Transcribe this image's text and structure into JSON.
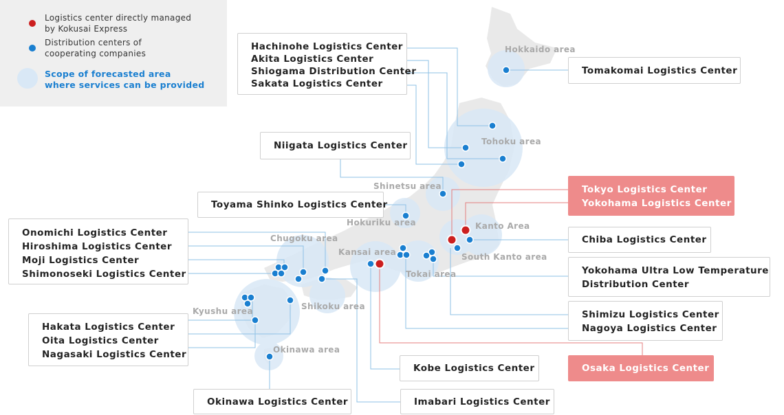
{
  "colors": {
    "direct": "#cc1f1f",
    "cooperating": "#1a7fd0",
    "scope": "#d9e8f6",
    "land": "#e9e9e9",
    "line_blue": "#8ec1e6",
    "line_red": "#e47d7d",
    "highlight_box": "#ee8b8b"
  },
  "legend": {
    "direct_label": "Logistics center directly managed\nby Kokusai Express",
    "cooperating_label": "Distribution centers of\ncooperating companies",
    "scope_label": "Scope of forecasted area\nwhere services can be provided"
  },
  "areas": [
    "Hokkaido area",
    "Tohoku area",
    "Shinetsu area",
    "Hokuriku area",
    "Kanto Area",
    "South Kanto area",
    "Chugoku area",
    "Kansai area",
    "Tokai area",
    "Kyushu area",
    "Shikoku area",
    "Okinawa area"
  ],
  "boxes": [
    {
      "lines": [
        "Hachinohe Logistics Center",
        "Akita Logistics Center",
        "Shiogama Distribution Center",
        "Sakata Logistics Center"
      ],
      "type": "cooperating"
    },
    {
      "lines": [
        "Tomakomai Logistics Center"
      ],
      "type": "cooperating"
    },
    {
      "lines": [
        "Niigata Logistics Center"
      ],
      "type": "cooperating"
    },
    {
      "lines": [
        "Tokyo Logistics Center",
        "Yokohama Logistics Center"
      ],
      "type": "direct"
    },
    {
      "lines": [
        "Toyama Shinko Logistics Center"
      ],
      "type": "cooperating"
    },
    {
      "lines": [
        "Onomichi Logistics Center",
        "Hiroshima Logistics Center",
        "Moji Logistics Center",
        "Shimonoseki Logistics Center"
      ],
      "type": "cooperating"
    },
    {
      "lines": [
        "Chiba Logistics Center"
      ],
      "type": "cooperating"
    },
    {
      "lines": [
        "Yokohama Ultra Low Temperature",
        "Distribution Center"
      ],
      "type": "cooperating"
    },
    {
      "lines": [
        "Shimizu Logistics Center",
        "Nagoya Logistics Center"
      ],
      "type": "cooperating"
    },
    {
      "lines": [
        "Hakata Logistics Center",
        "Oita Logistics Center",
        "Nagasaki Logistics Center"
      ],
      "type": "cooperating"
    },
    {
      "lines": [
        "Kobe Logistics Center"
      ],
      "type": "cooperating"
    },
    {
      "lines": [
        "Osaka Logistics Center"
      ],
      "type": "direct"
    },
    {
      "lines": [
        "Okinawa Logistics Center"
      ],
      "type": "cooperating"
    },
    {
      "lines": [
        "Imabari Logistics Center"
      ],
      "type": "cooperating"
    }
  ]
}
